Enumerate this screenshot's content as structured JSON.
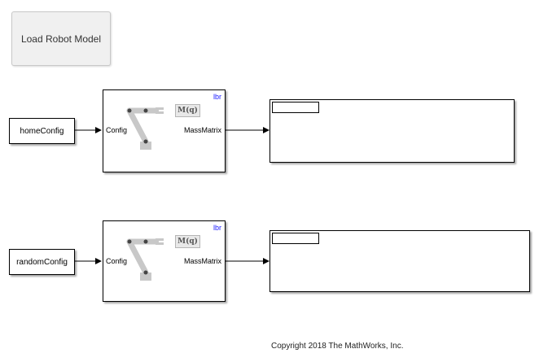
{
  "button": {
    "label": "Load Robot Model"
  },
  "rows": [
    {
      "const_label": "homeConfig",
      "robot": {
        "tag": "lbr",
        "input_port": "Config",
        "output_port": "MassMatrix",
        "icon_label": "M(q)"
      },
      "display_value": ""
    },
    {
      "const_label": "randomConfig",
      "robot": {
        "tag": "lbr",
        "input_port": "Config",
        "output_port": "MassMatrix",
        "icon_label": "M(q)"
      },
      "display_value": ""
    }
  ],
  "footer": {
    "copyright": "Copyright 2018 The MathWorks, Inc."
  }
}
